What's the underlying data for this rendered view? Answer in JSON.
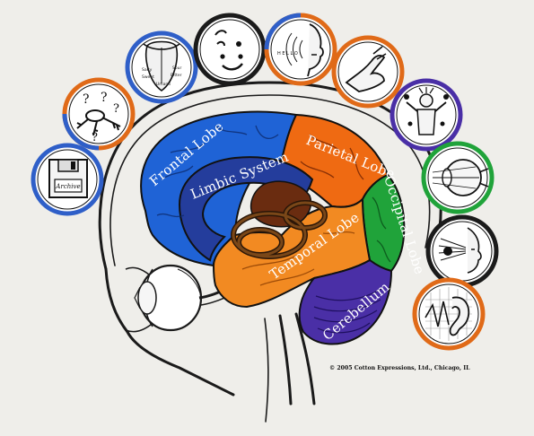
{
  "lobes": {
    "frontal": {
      "label": "Frontal Lobe",
      "color": "#1f63d6"
    },
    "limbic": {
      "label": "Limbic System",
      "color": "#243d9c"
    },
    "parietal": {
      "label": "Parietal Lobe",
      "color": "#ef6a12"
    },
    "occipital": {
      "label": "Occipital Lobe",
      "color": "#20a33a"
    },
    "temporal": {
      "label": "Temporal Lobe",
      "color": "#f28a22"
    },
    "cerebellum": {
      "label": "Cerebellum",
      "color": "#4a2fa6"
    }
  },
  "icons": [
    {
      "name": "floppy-disk-icon",
      "ring_color": "#2f5fc8",
      "label": "Archive"
    },
    {
      "name": "keys-question-icon",
      "ring_color": "#e06a18"
    },
    {
      "name": "tongue-taste-icon",
      "ring_color": "#2f5fc8",
      "taste_labels": [
        "Salty",
        "Sour",
        "Sweet",
        "Bitter",
        "Umami"
      ]
    },
    {
      "name": "face-emotion-icon",
      "ring_color": "#1b1b1b"
    },
    {
      "name": "speaking-head-icon",
      "ring_color": "#e06a18",
      "label": "H E L L O"
    },
    {
      "name": "touch-hand-icon",
      "ring_color": "#e06a18"
    },
    {
      "name": "juggling-person-icon",
      "ring_color": "#4a2fa6"
    },
    {
      "name": "eye-section-icon",
      "ring_color": "#20a33a"
    },
    {
      "name": "viewing-eye-icon",
      "ring_color": "#1b1b1b"
    },
    {
      "name": "ear-sound-icon",
      "ring_color": "#e06a18"
    }
  ],
  "copyright": "© 2005 Cotton Expressions, Ltd., Chicago, IL"
}
